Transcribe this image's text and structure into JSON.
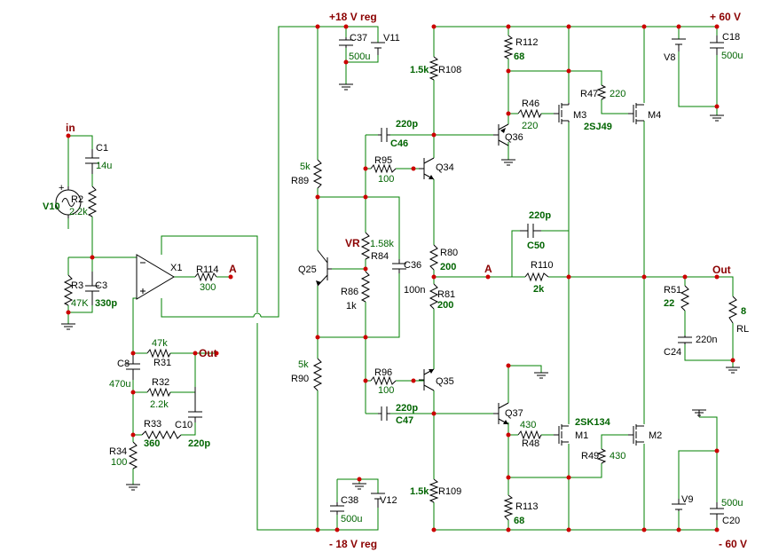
{
  "rails": {
    "pos18": "+18 V reg",
    "neg18": "- 18 V reg",
    "pos60": "+ 60 V",
    "neg60": "- 60 V"
  },
  "nets": {
    "in": "in",
    "a1": "A",
    "a2": "A",
    "out1": "Out",
    "out2": "Out"
  },
  "parts": {
    "V10": {
      "ref": "V10"
    },
    "C1": {
      "ref": "C1",
      "value": "14u"
    },
    "R2": {
      "ref": "R2",
      "value": "2.2k"
    },
    "R3": {
      "ref": "R3",
      "value": "47K"
    },
    "C3": {
      "ref": "C3",
      "value": "330p"
    },
    "X1": {
      "ref": "X1"
    },
    "R114": {
      "ref": "R114",
      "value": "300"
    },
    "C8": {
      "ref": "C8",
      "value": "470u"
    },
    "R31": {
      "ref": "R31",
      "value": "47k"
    },
    "R32": {
      "ref": "R32",
      "value": "2.2k"
    },
    "C10": {
      "ref": "C10",
      "value": "220p"
    },
    "R33": {
      "ref": "R33",
      "value": "360"
    },
    "R34": {
      "ref": "R34",
      "value": "100"
    },
    "C37": {
      "ref": "C37",
      "value": "500u"
    },
    "V11": {
      "ref": "V11"
    },
    "C38": {
      "ref": "C38",
      "value": "500u"
    },
    "V12": {
      "ref": "V12"
    },
    "R89": {
      "ref": "R89",
      "value": "5k"
    },
    "R90": {
      "ref": "R90",
      "value": "5k"
    },
    "Q25": {
      "ref": "Q25"
    },
    "VR": {
      "ref": "VR",
      "value": "1.58k"
    },
    "R84": {
      "ref": "R84"
    },
    "R86": {
      "ref": "R86",
      "value": "1k"
    },
    "C36": {
      "ref": "C36",
      "value": "100n"
    },
    "C46": {
      "ref": "C46",
      "value": "220p"
    },
    "C47": {
      "ref": "C47",
      "value": "220p"
    },
    "R95": {
      "ref": "R95",
      "value": "100"
    },
    "R96": {
      "ref": "R96",
      "value": "100"
    },
    "Q34": {
      "ref": "Q34"
    },
    "Q35": {
      "ref": "Q35"
    },
    "R108": {
      "ref": "R108",
      "value": "1.5k"
    },
    "R109": {
      "ref": "R109",
      "value": "1.5k"
    },
    "R80": {
      "ref": "R80",
      "value": "200"
    },
    "R81": {
      "ref": "R81",
      "value": "200"
    },
    "Q36": {
      "ref": "Q36"
    },
    "Q37": {
      "ref": "Q37"
    },
    "R112": {
      "ref": "R112",
      "value": "68"
    },
    "R113": {
      "ref": "R113",
      "value": "68"
    },
    "R46": {
      "ref": "R46",
      "value": "220"
    },
    "R47": {
      "ref": "R47",
      "value": "220"
    },
    "R48": {
      "ref": "R48",
      "value": "430"
    },
    "R49": {
      "ref": "R49",
      "value": "430"
    },
    "M1": {
      "ref": "M1"
    },
    "M2": {
      "ref": "M2"
    },
    "M3": {
      "ref": "M3"
    },
    "M4": {
      "ref": "M4"
    },
    "type_p": "2SJ49",
    "type_n": "2SK134",
    "C50": {
      "ref": "C50",
      "value": "220p"
    },
    "R110": {
      "ref": "R110",
      "value": "2k"
    },
    "V8": {
      "ref": "V8"
    },
    "C18": {
      "ref": "C18",
      "value": "500u"
    },
    "V9": {
      "ref": "V9"
    },
    "C20": {
      "ref": "C20",
      "value": "500u"
    },
    "R51": {
      "ref": "R51",
      "value": "22"
    },
    "C24": {
      "ref": "C24",
      "value": "220n"
    },
    "RL": {
      "ref": "RL",
      "value": "8"
    }
  }
}
